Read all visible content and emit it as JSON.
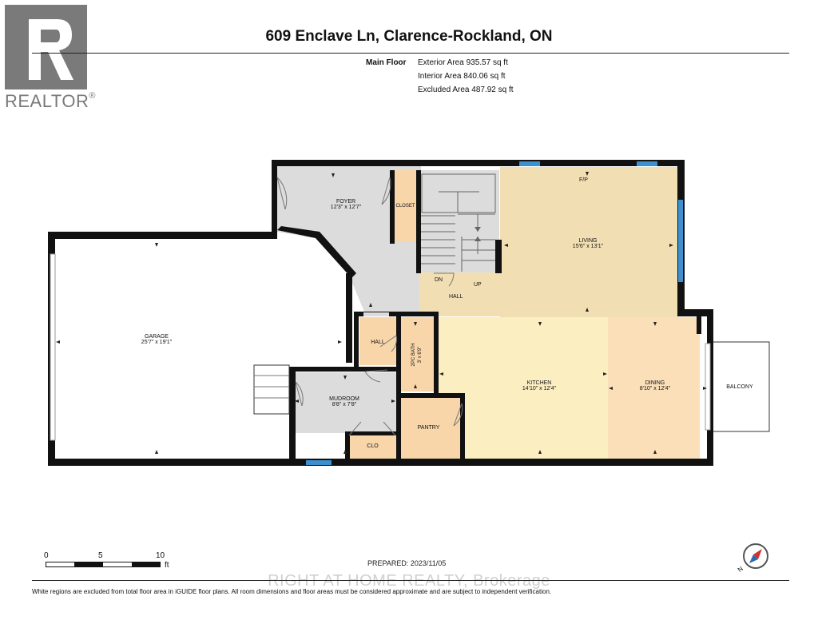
{
  "header": {
    "title": "609 Enclave Ln, Clarence-Rockland, ON",
    "logo_text": "REALTOR",
    "logo_mark": "®"
  },
  "areas": {
    "floor_label": "Main Floor",
    "exterior": "Exterior Area 935.57 sq ft",
    "interior": "Interior Area 840.06 sq ft",
    "excluded": "Excluded Area 487.92 sq ft"
  },
  "rooms": {
    "foyer": {
      "name": "FOYER",
      "dims": "12'3\" x 12'7\""
    },
    "closet": {
      "name": "CLOSET"
    },
    "living": {
      "name": "LIVING",
      "dims": "15'6\" x 13'1\""
    },
    "fp": {
      "name": "F/P"
    },
    "dn": {
      "name": "DN"
    },
    "up": {
      "name": "UP"
    },
    "hall_upper": {
      "name": "HALL"
    },
    "garage": {
      "name": "GARAGE",
      "dims": "25'7\" x 19'1\""
    },
    "hall_lower": {
      "name": "HALL"
    },
    "bath": {
      "name": "2PC BATH",
      "dims": "3' x 6'9\""
    },
    "kitchen": {
      "name": "KITCHEN",
      "dims": "14'10\" x 12'4\""
    },
    "dining": {
      "name": "DINING",
      "dims": "8'10\" x 12'4\""
    },
    "balcony": {
      "name": "BALCONY"
    },
    "mudroom": {
      "name": "MUDROOM",
      "dims": "8'8\" x 7'8\""
    },
    "pantry": {
      "name": "PANTRY"
    },
    "clo": {
      "name": "CLO"
    }
  },
  "scale": {
    "t0": "0",
    "t5": "5",
    "t10": "10",
    "unit": "ft"
  },
  "footer": {
    "prepared": "PREPARED: 2023/11/05",
    "watermark": "RIGHT AT HOME REALTY, Brokerage",
    "disclaimer": "White regions are excluded from total floor area in iGUIDE floor plans. All room dimensions and floor areas must be considered approximate and are subject to independent verification."
  },
  "compass": {
    "n_label": "N"
  },
  "colors": {
    "wall": "#111111",
    "gray_room": "#dcdcdc",
    "living": "#f2deb3",
    "kitchen": "#fbefc2",
    "dining": "#fbdfb8",
    "small_room": "#f8d6aa",
    "window": "#3d8fce"
  }
}
